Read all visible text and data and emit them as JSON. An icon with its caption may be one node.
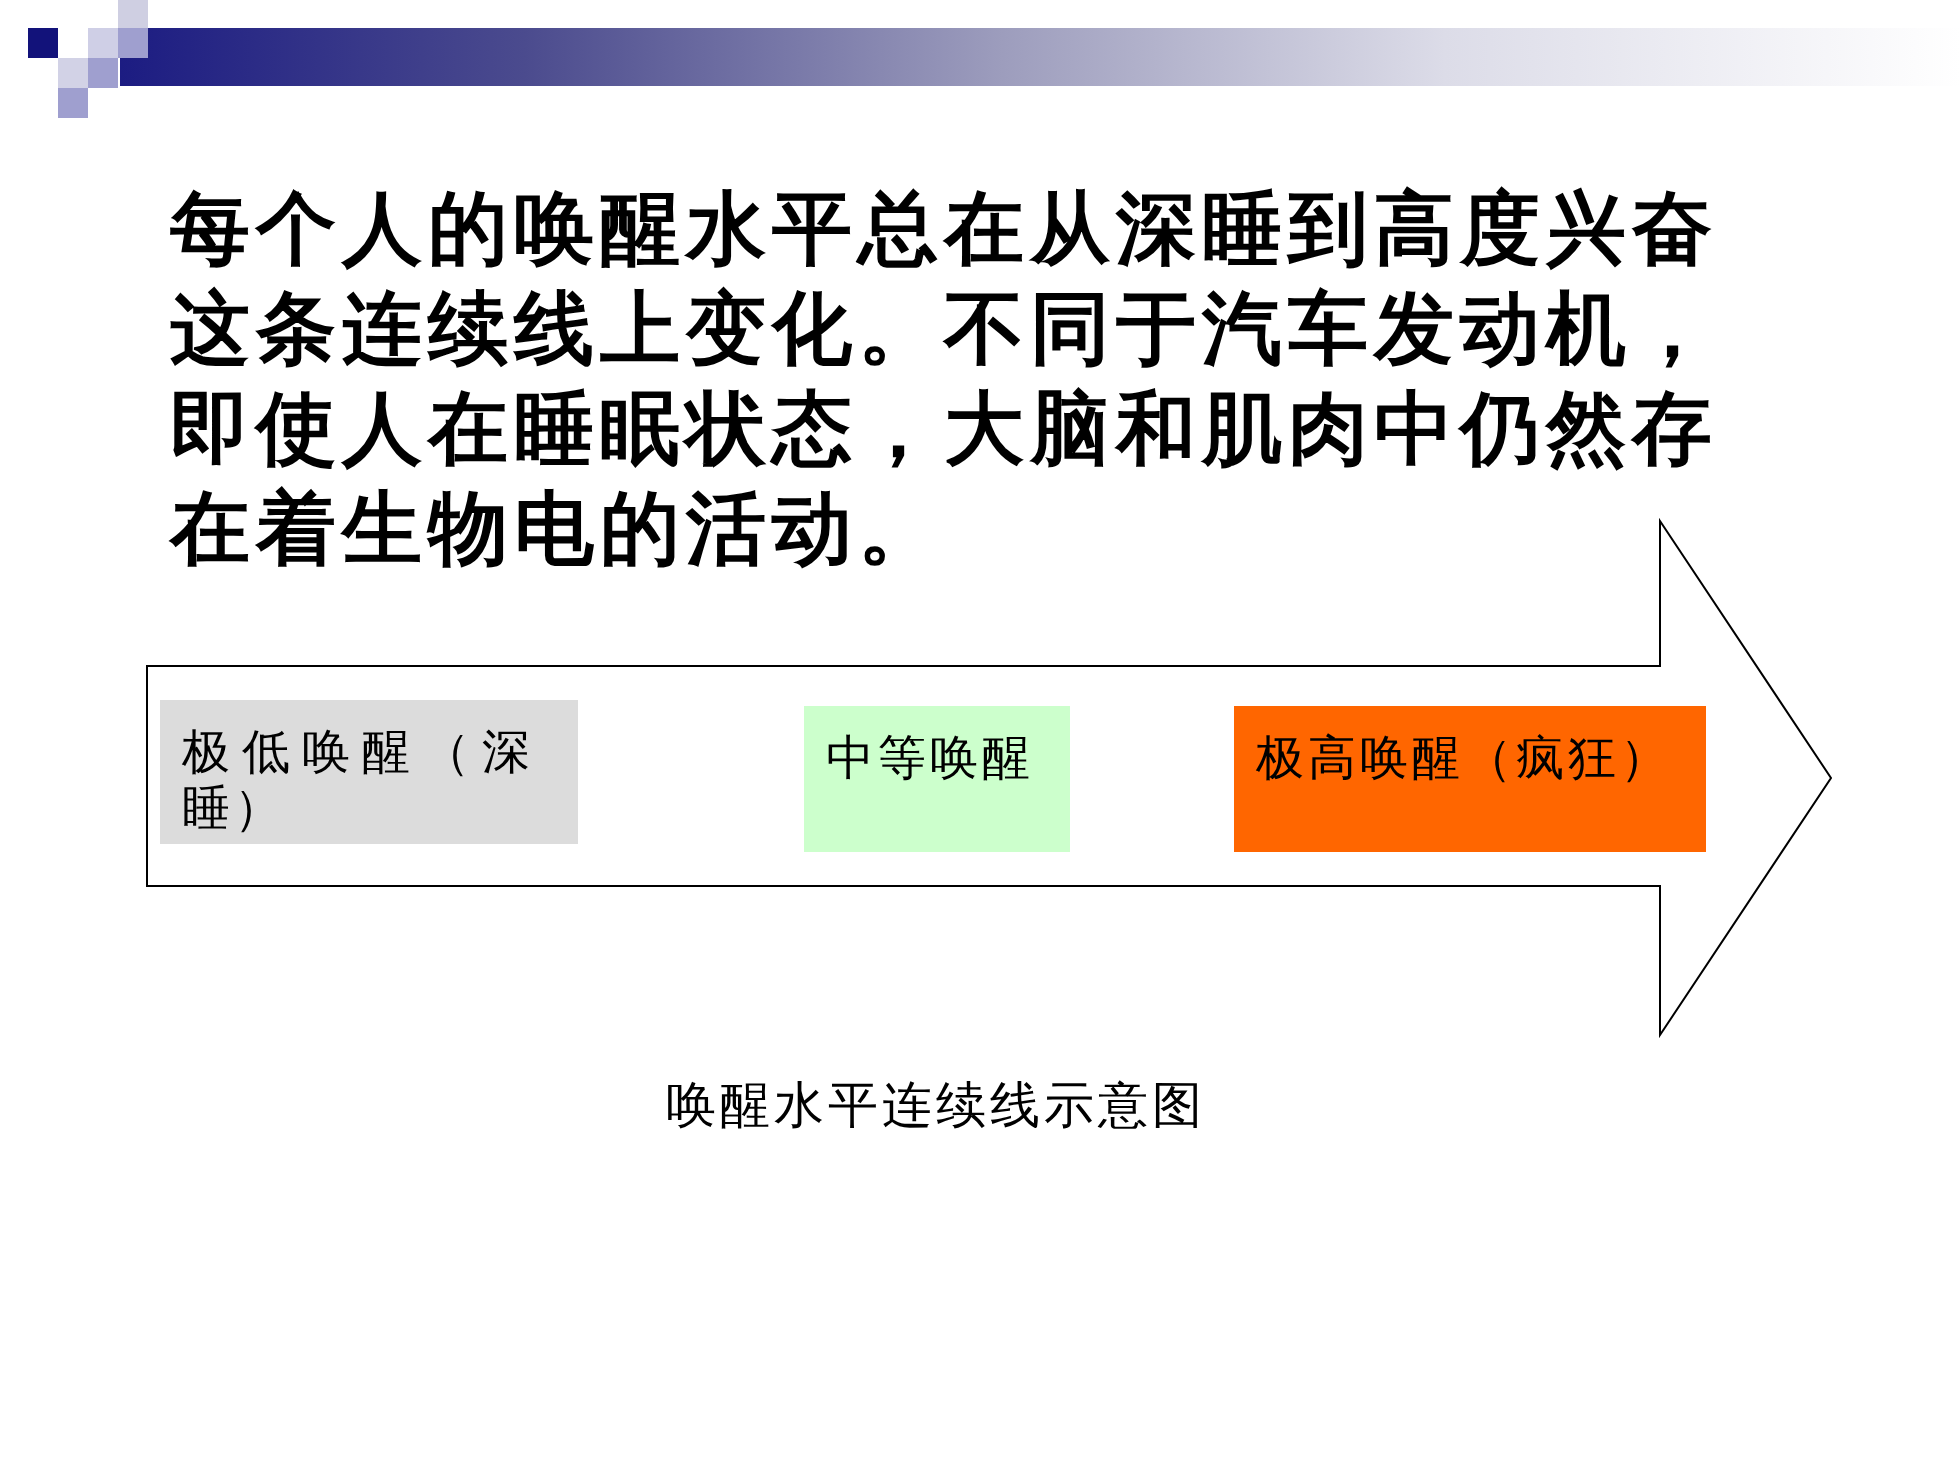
{
  "diagram": {
    "caption": "唤醒水平连续线示意图",
    "nodes": [
      {
        "text": [],
        "shape": "arrow"
      },
      {
        "text": [
          "极低唤醒（深睡）"
        ],
        "in": 0
      },
      {
        "text": [
          "中等唤醒"
        ],
        "in": 0
      },
      {
        "text": [
          "极高唤醒（疯狂）"
        ],
        "in": 0
      }
    ],
    "labels": [
      "每个人的唤醒水平总在从深睡到高度兴奋这条连续线上变化。不同于汽车发动机，即使人在睡眠状态，大脑和肌肉中仍然存在着生物电的活动。"
    ]
  }
}
